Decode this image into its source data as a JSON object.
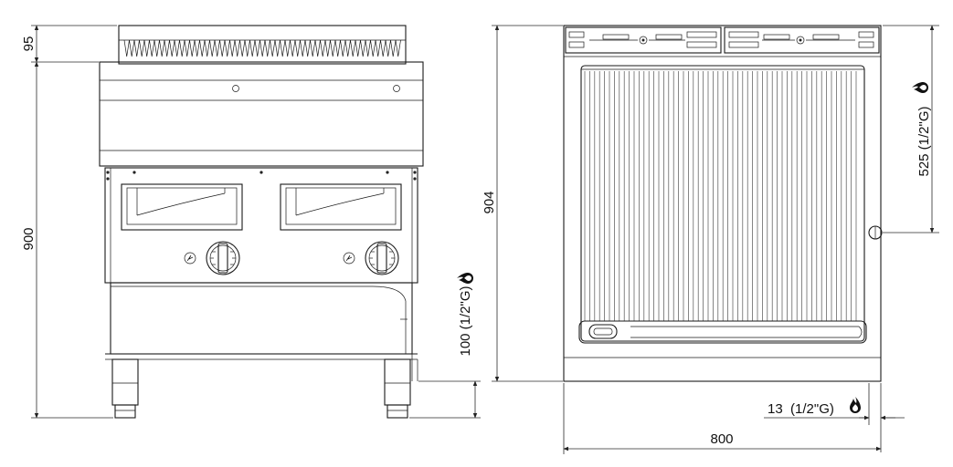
{
  "front_view": {
    "dimensions": {
      "top_height": "95",
      "total_height": "900",
      "gas_height": "100 (1/2\"G)"
    }
  },
  "side_view": {
    "dimensions": {
      "depth": "904",
      "gas_position": "525 (1/2\"G)",
      "gas_offset": "13  (1/2\"G)",
      "width": "800"
    }
  },
  "icons": {
    "gas": "gas-flame-icon"
  }
}
